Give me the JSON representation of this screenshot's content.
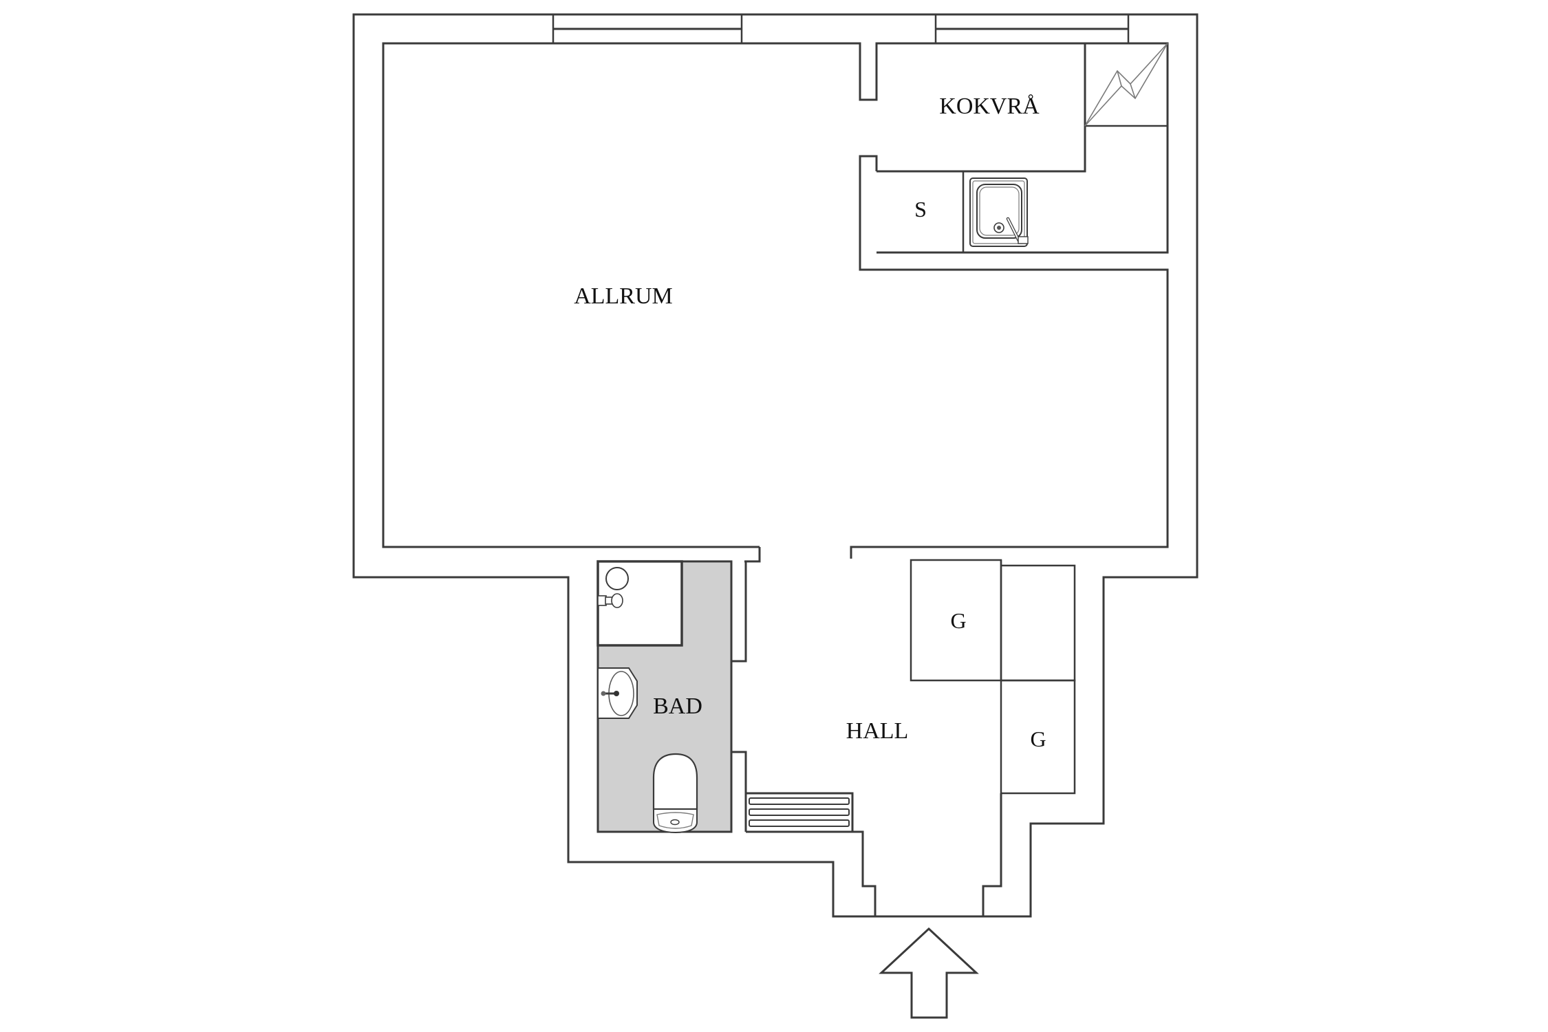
{
  "plan": {
    "rooms": [
      {
        "id": "allrum",
        "label": "ALLRUM"
      },
      {
        "id": "kokvra",
        "label": "KOKVRÅ"
      },
      {
        "id": "bad",
        "label": "BAD"
      },
      {
        "id": "hall",
        "label": "HALL"
      }
    ],
    "fixtures": [
      {
        "id": "stove",
        "icon": "lightning-icon",
        "label": ""
      },
      {
        "id": "cabinet-s",
        "label": "S"
      },
      {
        "id": "sink",
        "icon": "kitchen-sink-icon",
        "label": ""
      },
      {
        "id": "wardrobe-1",
        "label": "G"
      },
      {
        "id": "wardrobe-2",
        "label": "G"
      },
      {
        "id": "shower",
        "icon": "shower-icon",
        "label": ""
      },
      {
        "id": "washbasin",
        "icon": "washbasin-icon",
        "label": ""
      },
      {
        "id": "toilet",
        "icon": "toilet-icon",
        "label": ""
      },
      {
        "id": "radiator",
        "icon": "radiator-icon",
        "label": ""
      }
    ],
    "entrance": {
      "icon": "entrance-arrow-icon"
    },
    "colors": {
      "line": "#3a3a3a",
      "bath_floor": "#d0d0d0",
      "background": "#ffffff"
    }
  }
}
